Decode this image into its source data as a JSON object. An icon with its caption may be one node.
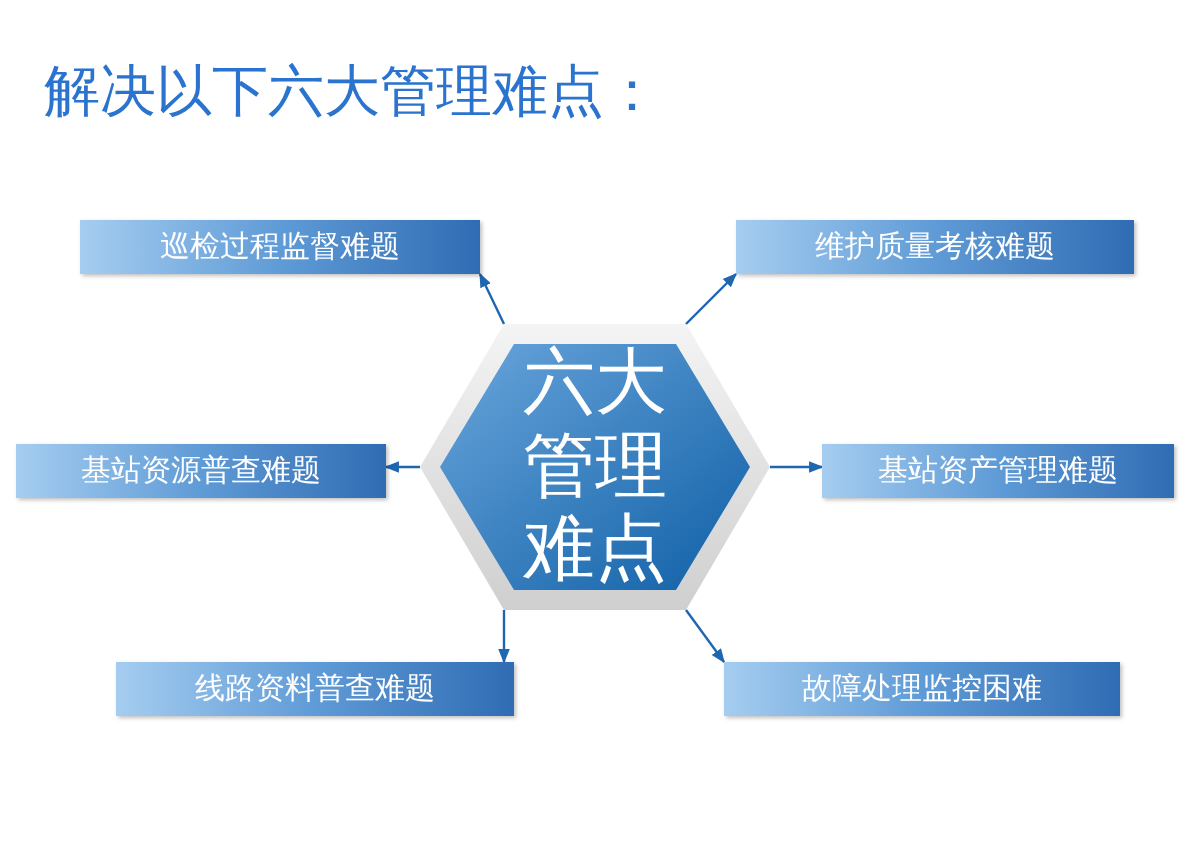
{
  "diagram": {
    "title": "解决以下六大管理难点：",
    "nodes": [
      {
        "text": [
          "巡检过程监督难题"
        ]
      },
      {
        "text": [
          "维护质量考核难题"
        ]
      },
      {
        "text": [
          "六大管理难点"
        ]
      },
      {
        "text": [
          "基站资源普查难题"
        ]
      },
      {
        "text": [
          "基站资产管理难题"
        ]
      },
      {
        "text": [
          "线路资料普查难题"
        ]
      },
      {
        "text": [
          "故障处理监控困难"
        ]
      }
    ],
    "edges": [
      {
        "from": 2,
        "to": 0,
        "arrow": "to"
      },
      {
        "from": 2,
        "to": 1,
        "arrow": "to"
      },
      {
        "from": 2,
        "to": 3,
        "arrow": "to"
      },
      {
        "from": 2,
        "to": 4,
        "arrow": "to"
      },
      {
        "from": 2,
        "to": 5,
        "arrow": "to"
      },
      {
        "from": 2,
        "to": 6,
        "arrow": "to"
      }
    ]
  }
}
